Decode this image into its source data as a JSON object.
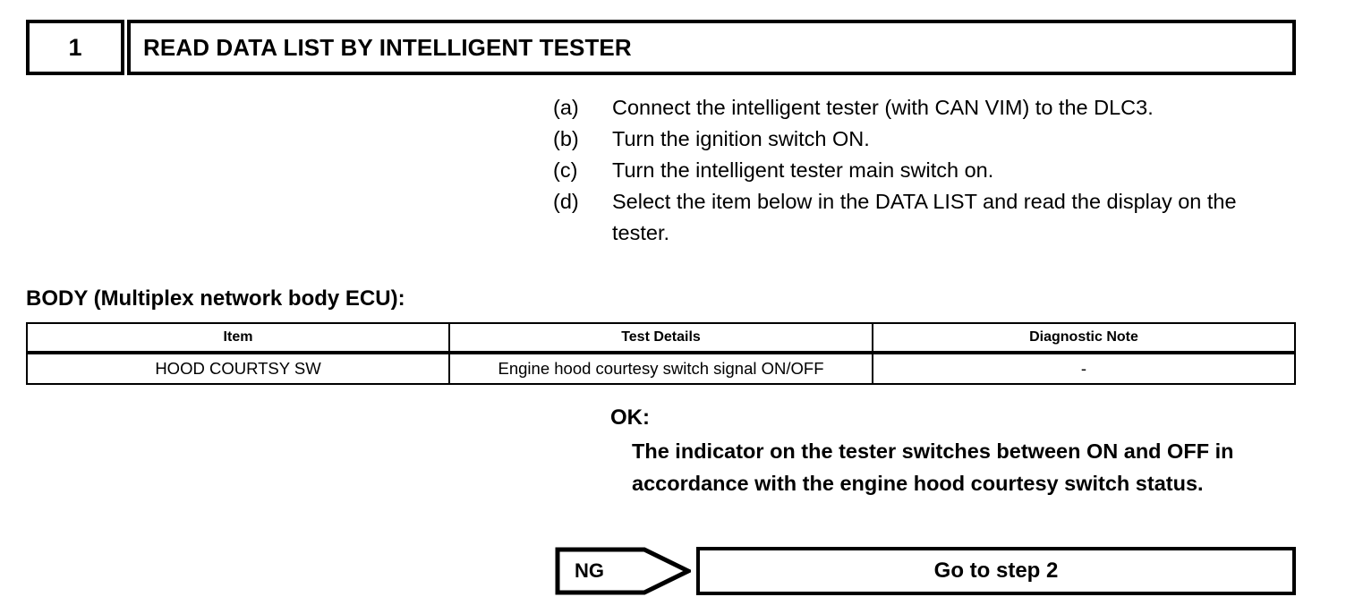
{
  "step": {
    "number": "1",
    "title": "READ DATA LIST BY INTELLIGENT TESTER"
  },
  "procedure": [
    {
      "label": "(a)",
      "text": "Connect the intelligent tester (with CAN VIM) to the DLC3."
    },
    {
      "label": "(b)",
      "text": "Turn the ignition switch ON."
    },
    {
      "label": "(c)",
      "text": "Turn the intelligent tester main switch on."
    },
    {
      "label": "(d)",
      "text": "Select the item below in the DATA LIST and read the display on the tester."
    }
  ],
  "table": {
    "heading": "BODY (Multiplex network body ECU):",
    "columns": [
      "Item",
      "Test Details",
      "Diagnostic Note"
    ],
    "rows": [
      [
        "HOOD COURTSY SW",
        "Engine hood courtesy switch signal ON/OFF",
        "-"
      ]
    ]
  },
  "ok": {
    "label": "OK:",
    "text": "The indicator on the tester switches between ON and OFF in accordance with the engine hood courtesy switch status."
  },
  "result": {
    "ng_label": "NG",
    "goto_text": "Go to step 2"
  },
  "colors": {
    "ink": "#000000",
    "paper": "#ffffff"
  }
}
